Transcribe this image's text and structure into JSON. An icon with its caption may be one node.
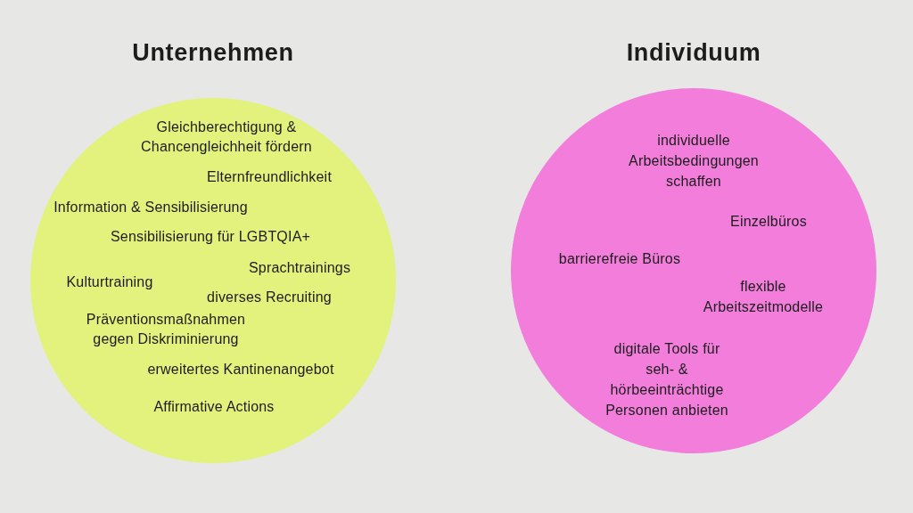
{
  "diagram": {
    "nodes": [
      {
        "text": [
          "Unternehmen",
          "Gleichberechtigung & Chancengleichheit fördern",
          "Elternfreundlichkeit",
          "Information & Sensibilisierung",
          "Sensibilisierung für LGBTQIA+",
          "Sprachtrainings",
          "Kulturtraining",
          "diverses Recruiting",
          "Präventionsmaßnahmen gegen Diskriminierung",
          "erweitertes Kantinenangebot",
          "Affirmative Actions"
        ]
      },
      {
        "text": [
          "Individuum",
          "individuelle Arbeitsbedingungen schaffen",
          "Einzelbüros",
          "barrierefreie Büros",
          "flexible Arbeitszeitmodelle",
          "digitale Tools für seh- & hörbeeinträchtige Personen anbieten"
        ]
      }
    ]
  }
}
